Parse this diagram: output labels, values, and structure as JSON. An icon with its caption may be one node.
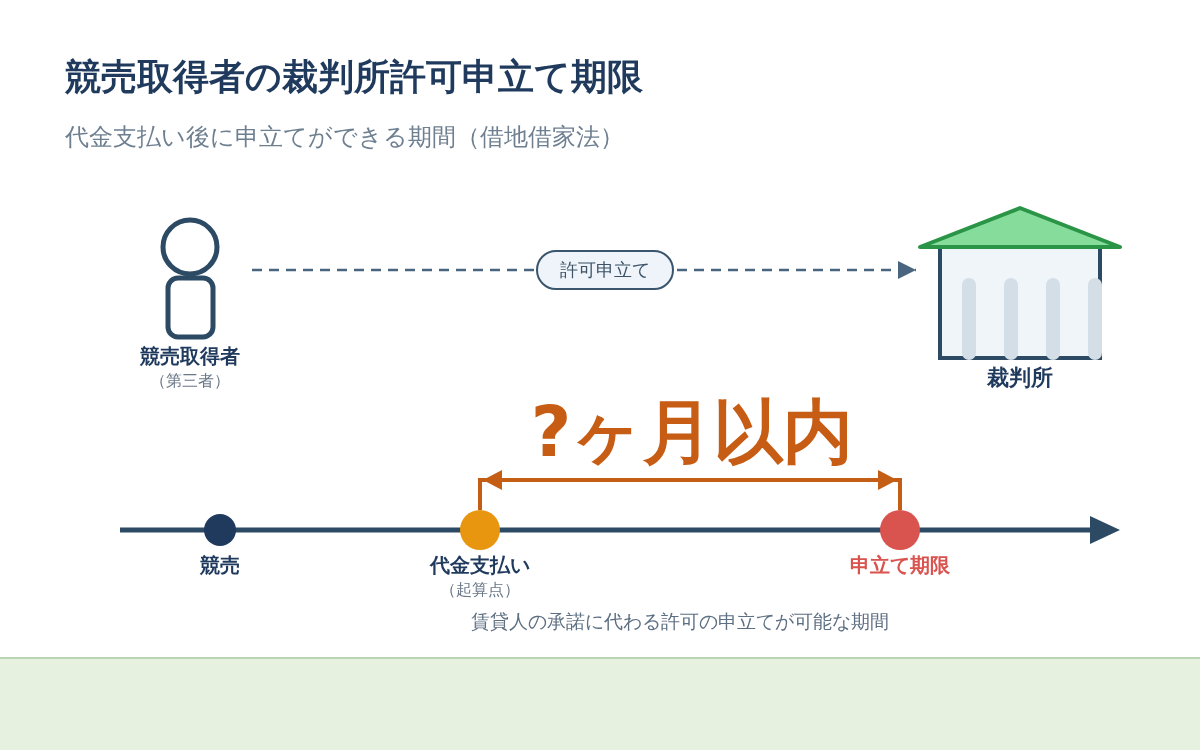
{
  "diagram": {
    "title": "競売取得者の裁判所許可申立て期限",
    "nodes": [
      {
        "text": [
          "競売取得者",
          "（第三者）"
        ]
      },
      {
        "text": [
          "裁判所"
        ]
      },
      {
        "text": [
          "競売"
        ]
      },
      {
        "text": [
          "代金支払い",
          "（起算点）"
        ]
      },
      {
        "text": [
          "申立て期限"
        ]
      }
    ],
    "edges": [
      {
        "from": 0,
        "to": 1,
        "arrow": "to",
        "label": "許可申立て",
        "style": "dashed"
      }
    ],
    "labels": [
      "代金支払い後に申立てができる期間（借地借家法）",
      "?ヶ月以内",
      "賃貸人の承諾に代わる許可の申立てが可能な期間"
    ]
  }
}
